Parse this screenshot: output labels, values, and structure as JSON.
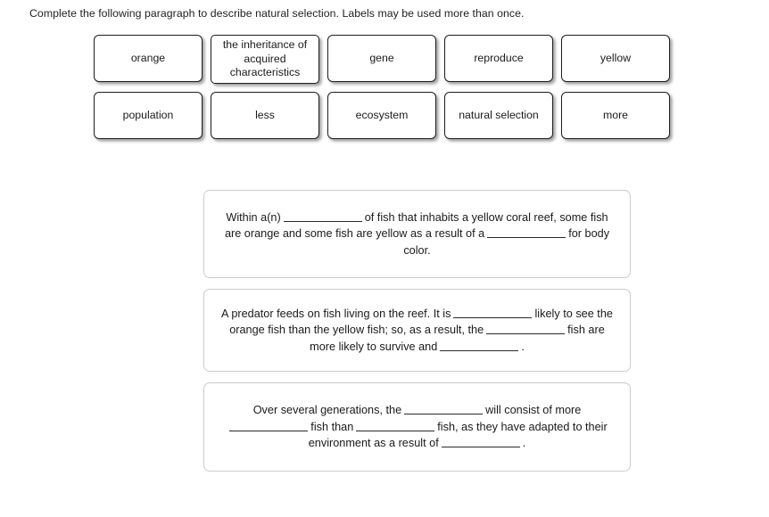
{
  "instruction": "Complete the following paragraph to describe natural selection. Labels may be used more than once.",
  "label_bank": {
    "rows": [
      [
        {
          "id": "orange",
          "text": "orange"
        },
        {
          "id": "inheritance-acquired-characteristics",
          "text": "the inheritance of acquired characteristics"
        },
        {
          "id": "gene",
          "text": "gene"
        },
        {
          "id": "reproduce",
          "text": "reproduce"
        },
        {
          "id": "yellow",
          "text": "yellow"
        }
      ],
      [
        {
          "id": "population",
          "text": "population"
        },
        {
          "id": "less",
          "text": "less"
        },
        {
          "id": "ecosystem",
          "text": "ecosystem"
        },
        {
          "id": "natural-selection",
          "text": "natural selection"
        },
        {
          "id": "more",
          "text": "more"
        }
      ]
    ]
  },
  "paragraphs": [
    {
      "id": "paragraph-1",
      "full_text": "Within a(n) ____________ of fish that inhabits a yellow coral reef, some fish are orange and some fish are yellow as a result of a ____________ for body color.",
      "segments": {
        "s1": "Within a(n)",
        "s2": "of fish that inhabits a yellow coral reef, some fish are orange and some fish are yellow as a result of a",
        "s3": "for body color."
      },
      "blank_count": 2
    },
    {
      "id": "paragraph-2",
      "full_text": "A predator feeds on fish living on the reef. It is ____________ likely to see the orange fish than the yellow fish; so, as a result, the ____________ fish are more likely to survive and ____________ .",
      "segments": {
        "s1": "A predator feeds on fish living on the reef. It is",
        "s2": "likely to see the orange fish than the yellow fish; so, as a result, the",
        "s3": "fish are more likely to survive and",
        "s4": "."
      },
      "blank_count": 3
    },
    {
      "id": "paragraph-3",
      "full_text": "Over several generations, the ____________ will consist of more ____________ fish than ____________ fish, as they have adapted to their environment as a result of ____________ .",
      "segments": {
        "s1": "Over several generations, the",
        "s2": "will consist of more",
        "s3": "fish than",
        "s4": "fish, as they have adapted to their environment as a result of",
        "s5": "."
      },
      "blank_count": 4
    }
  ]
}
